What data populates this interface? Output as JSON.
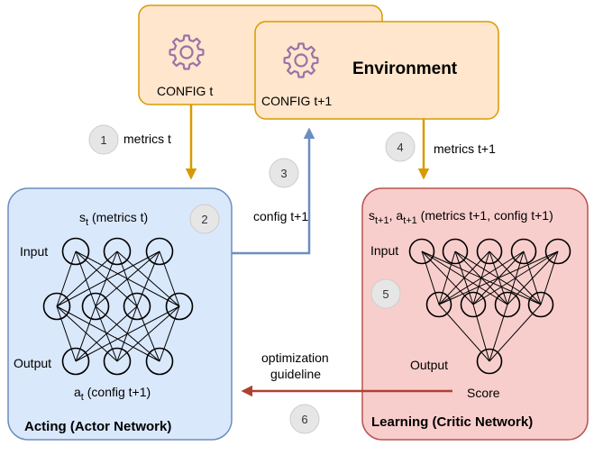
{
  "config_t": {
    "label": "CONFIG t"
  },
  "env_box": {
    "config_label": "CONFIG t+1",
    "title": "Environment"
  },
  "arrows": {
    "metrics_t": "metrics t",
    "config_t1": "config t+1",
    "metrics_t1": "metrics t+1",
    "optimization_line1": "optimization",
    "optimization_line2": "guideline"
  },
  "actor": {
    "state_base": "s",
    "state_sub": "t",
    "state_rest": " (metrics t)",
    "input_label": "Input",
    "output_label": "Output",
    "action_base": "a",
    "action_sub": "t",
    "action_rest": " (config t+1)",
    "title": "Acting (Actor Network)"
  },
  "critic": {
    "s_base": "s",
    "s_sub": "t+1",
    "sep": ", ",
    "a_base": "a",
    "a_sub": "t+1",
    "rest": " (metrics t+1, config t+1)",
    "input_label": "Input",
    "output_label": "Output",
    "score_label": "Score",
    "title": "Learning (Critic Network)"
  },
  "steps": [
    "1",
    "2",
    "3",
    "4",
    "5",
    "6"
  ],
  "icons": {
    "gear": "gear-icon"
  },
  "colors": {
    "orange_fill": "#FFE6CC",
    "orange_stroke": "#D79B00",
    "blue_fill": "#DAE8FC",
    "blue_stroke": "#6C8EBF",
    "red_fill": "#F8CECC",
    "red_stroke": "#B85450",
    "gear": "#9673A6",
    "arrow_red": "#AE4132"
  }
}
